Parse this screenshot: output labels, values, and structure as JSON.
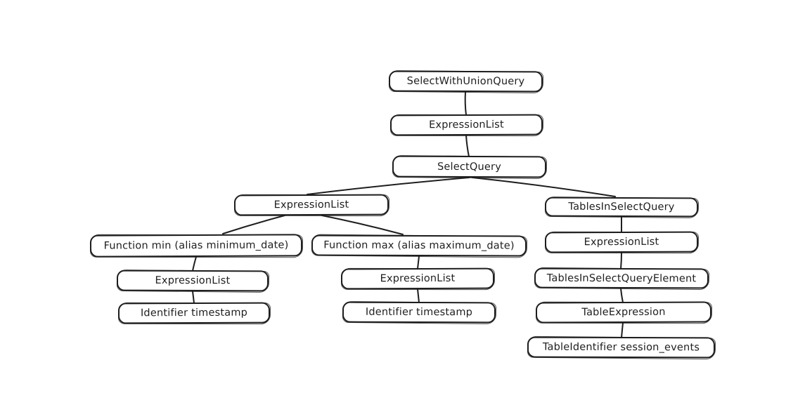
{
  "colors": {
    "background": "#ffffff",
    "stroke": "#1e1e1e",
    "node_fill": "#ffffff"
  },
  "diagram": {
    "type": "tree",
    "style": "hand-drawn",
    "nodes": [
      {
        "id": "select_with_union_query",
        "label": "SelectWithUnionQuery"
      },
      {
        "id": "expression_list_top",
        "label": "ExpressionList"
      },
      {
        "id": "select_query",
        "label": "SelectQuery"
      },
      {
        "id": "expression_list_select",
        "label": "ExpressionList"
      },
      {
        "id": "tables_in_select_query",
        "label": "TablesInSelectQuery"
      },
      {
        "id": "function_min",
        "label": "Function min (alias minimum_date)"
      },
      {
        "id": "function_max",
        "label": "Function max (alias maximum_date)"
      },
      {
        "id": "expression_list_tables",
        "label": "ExpressionList"
      },
      {
        "id": "expression_list_min",
        "label": "ExpressionList"
      },
      {
        "id": "expression_list_max",
        "label": "ExpressionList"
      },
      {
        "id": "tables_in_select_query_element",
        "label": "TablesInSelectQueryElement"
      },
      {
        "id": "identifier_timestamp_min",
        "label": "Identifier timestamp"
      },
      {
        "id": "identifier_timestamp_max",
        "label": "Identifier timestamp"
      },
      {
        "id": "table_expression",
        "label": "TableExpression"
      },
      {
        "id": "table_identifier",
        "label": "TableIdentifier session_events"
      }
    ],
    "edges": [
      {
        "from": "select_with_union_query",
        "to": "expression_list_top"
      },
      {
        "from": "expression_list_top",
        "to": "select_query"
      },
      {
        "from": "select_query",
        "to": "expression_list_select"
      },
      {
        "from": "select_query",
        "to": "tables_in_select_query"
      },
      {
        "from": "expression_list_select",
        "to": "function_min"
      },
      {
        "from": "expression_list_select",
        "to": "function_max"
      },
      {
        "from": "function_min",
        "to": "expression_list_min"
      },
      {
        "from": "expression_list_min",
        "to": "identifier_timestamp_min"
      },
      {
        "from": "function_max",
        "to": "expression_list_max"
      },
      {
        "from": "expression_list_max",
        "to": "identifier_timestamp_max"
      },
      {
        "from": "tables_in_select_query",
        "to": "expression_list_tables"
      },
      {
        "from": "expression_list_tables",
        "to": "tables_in_select_query_element"
      },
      {
        "from": "tables_in_select_query_element",
        "to": "table_expression"
      },
      {
        "from": "table_expression",
        "to": "table_identifier"
      }
    ]
  }
}
